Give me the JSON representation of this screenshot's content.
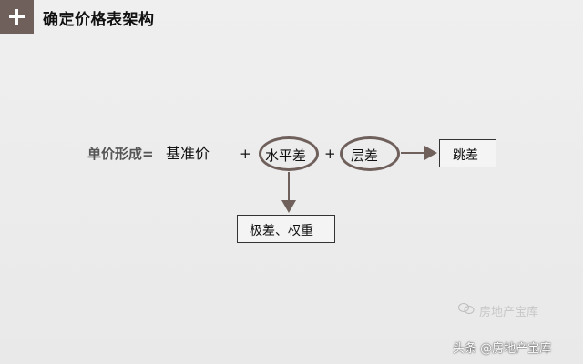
{
  "header": {
    "title": "确定价格表架构",
    "icon": "plus-icon",
    "icon_bg": "#6f605c"
  },
  "diagram": {
    "formula_lhs": "单价形成=",
    "formula_rhs": "基准价",
    "operator_1": "+",
    "operator_2": "+",
    "node_horizontal": "水平差",
    "node_floor": "层差",
    "box_jump": "跳差",
    "box_weight": "极差、权重",
    "oval_color": "#6f605c",
    "arrow_color": "#6f605c"
  },
  "watermark": {
    "logo": "wechat-icon",
    "faint_text": "房地产宝库",
    "text": "头条 @房地产宝库"
  }
}
